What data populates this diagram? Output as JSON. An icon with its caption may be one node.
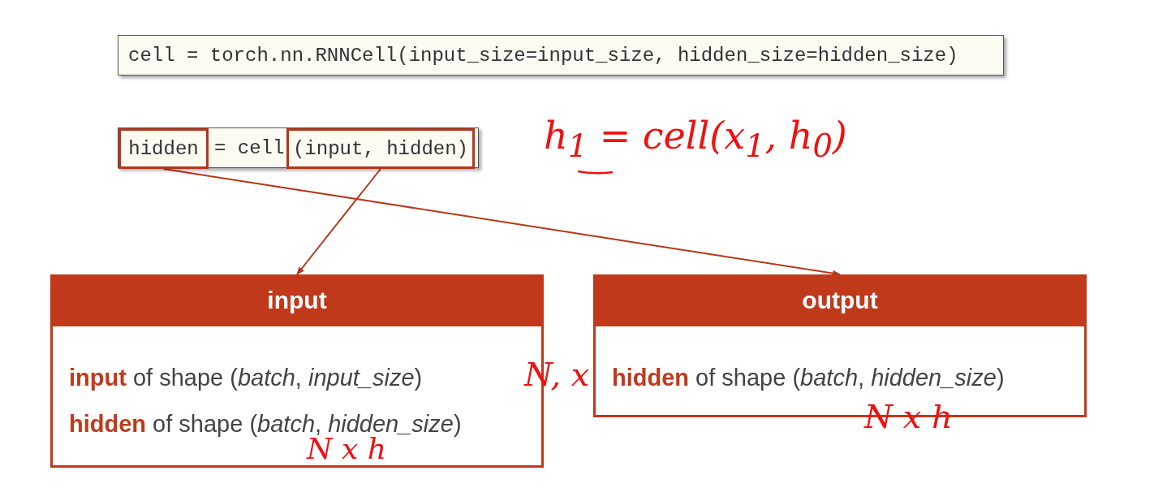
{
  "diagram": {
    "nodes": [
      {
        "text": [
          "cell = torch.nn.RNNCell(input_size=input_size, hidden_size=hidden_size)"
        ]
      },
      {
        "text": [
          "= cell"
        ]
      },
      {
        "text": [
          "hidden"
        ],
        "in": 1
      },
      {
        "text": [
          "(input, hidden)"
        ],
        "in": 1
      },
      {
        "text": [
          "input",
          "**input** of shape (*batch*, *input_size*)",
          "**hidden** of shape (*batch*, *hidden_size*)"
        ]
      },
      {
        "text": [
          "output",
          "**hidden** of shape (*batch*, *hidden_size*)"
        ]
      }
    ],
    "edges": [
      {
        "from": 3,
        "to": 4,
        "arrow": "to"
      },
      {
        "from": 2,
        "to": 5,
        "arrow": "to"
      }
    ],
    "labels": [
      "h$_{1}$ = cell(x$_{1}$, h$_{0}$)",
      "N, x",
      "N x h",
      "N x h"
    ]
  }
}
